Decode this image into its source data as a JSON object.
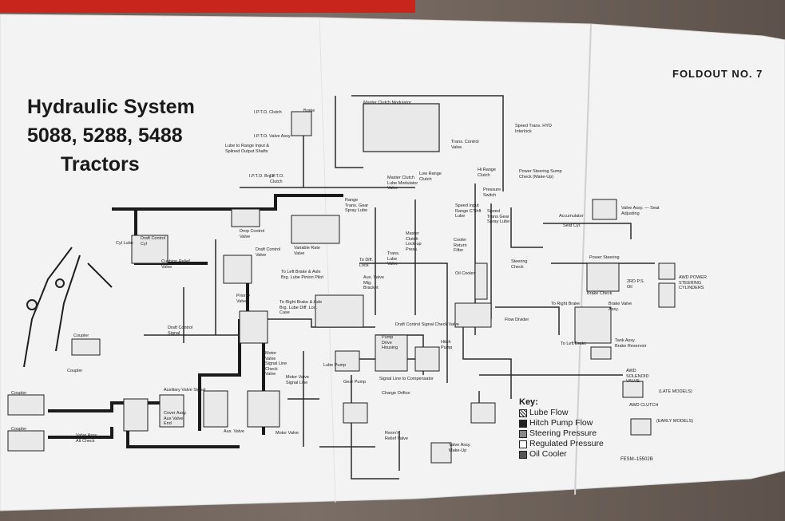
{
  "document": {
    "foldout": "FOLDOUT NO. 7",
    "title_lines": [
      "Hydraulic System",
      "5088, 5288, 5488",
      "Tractors"
    ],
    "figure_code": "FESM–15502B"
  },
  "key": {
    "title": "Key:",
    "items": [
      {
        "label": "Lube Flow",
        "swatch": "hatched"
      },
      {
        "label": "Hitch Pump Flow",
        "swatch": "black"
      },
      {
        "label": "Steering Pressure",
        "swatch": "gray"
      },
      {
        "label": "Regulated Pressure",
        "swatch": "white"
      },
      {
        "label": "Oil Cooler",
        "swatch": "dark"
      }
    ]
  },
  "labels": {
    "lpto_clutch": "I.P.T.O. Clutch",
    "brake": "Brake",
    "lpto_valve": "I.P.T.O. Valve Assy.",
    "lube_range": "Lube to Range Input & Splined Output Shafts",
    "lpto_brgs": "I.P.T.O. Brg's",
    "lpto_clutch2": "I.P.T.O. Clutch",
    "master_clutch_mod": "Master Clutch Modulator",
    "speed_trans": "Speed Trans. HYD Interlock",
    "trans_control": "Trans. Control Valve",
    "master_clutch_lube": "Master Clutch Lube Modulator Valve",
    "low_range": "Low Range Clutch",
    "hi_range": "Hi Range Clutch",
    "pressure_switch": "Pressure Switch",
    "ps_sump": "Power Steering Sump Check (Make-Up)",
    "valve_assy_seat": "Valve Assy. — Seat Adjusting",
    "accumulator": "Accumulator",
    "seat_cyl": "Seat Cyl.",
    "range_trans": "Range Trans. Gear Spray Lube",
    "speed_input": "Speed Input Range C'Shft Lube",
    "speed_trans_gear": "Speed Trans Gear Spray Lube",
    "cyl_lube": "Cyl Lube",
    "draft_control_cyl": "Draft Control Cyl",
    "drop_control": "Drop Control Valve",
    "cushion_relief": "Cushion Relief Valve",
    "draft_control_valve": "Draft Control Valve",
    "variable_rate": "Variable Rate Valve",
    "master_clutch_lock": "Master Clutch Lock-up Press.",
    "trans_lube": "Trans. Lube Valve",
    "to_diff_lock": "To Diff. Lock",
    "cooler_return": "Cooler Return Filter",
    "oil_cooler": "Oil Cooler",
    "steering_check": "Steering Check",
    "power_steering": "Power Steering",
    "awd_cylinders": "AWD POWER STEERING CYLINDERS",
    "two_rd": "2RD P.S. Oil",
    "brake_check": "Brake Check",
    "to_left_brake_axle": "To Left Brake & Axle Brg. Lube Pinion Pilot",
    "aux_valve": "Aux. Valve Mtg. Bracket",
    "to_right_brake_axle": "To Right Brake & Axle Brg. Lube Diff. Loc. Case",
    "priority_valve": "Priority Valve",
    "draft_signal": "Draft Control Signal",
    "draft_check": "Draft Control Signal Check Valve",
    "flow_divider": "Flow Divider",
    "to_right_brake": "To Right Brake",
    "brake_valve": "Brake Valve Assy.",
    "to_left_brake": "To Left Brake",
    "tank_assy": "Tank Assy. Brake Reservoir",
    "coupler1": "Coupler",
    "coupler2": "Coupler",
    "coupler3": "Coupler",
    "coupler4": "Coupler",
    "aux_valve_signal": "Auxiliary Valve Signal",
    "motor_valve_signal": "Motor Valve Signal Line Check Valve",
    "motor_valve_signal_line": "Motor Valve Signal Line",
    "lube_pump": "Lube Pump",
    "pump_drive": "Pump Drive Housing",
    "hitch_pump": "Hitch Pump",
    "gear_pump": "Gear Pump",
    "signal_compensator": "Signal Line to Compensator",
    "charge_orifice": "Charge Orifice",
    "awd_solenoid": "AWD SOLENOID VALVE",
    "late_models": "(LATE MODELS)",
    "awd_clutch": "AWD CLUTCH",
    "early_models": "(EARLY MODELS)",
    "cover_assy": "Cover Assy. Aux Valve End",
    "aux_valve2": "Aux. Valve",
    "motor_valve": "Motor Valve",
    "valve_assy_alt": "Valve Assy. Alt Check",
    "resrv_relief": "Resrv'r Relief Valve",
    "valve_assy_makeup": "Valve Assy. Make-Up"
  }
}
